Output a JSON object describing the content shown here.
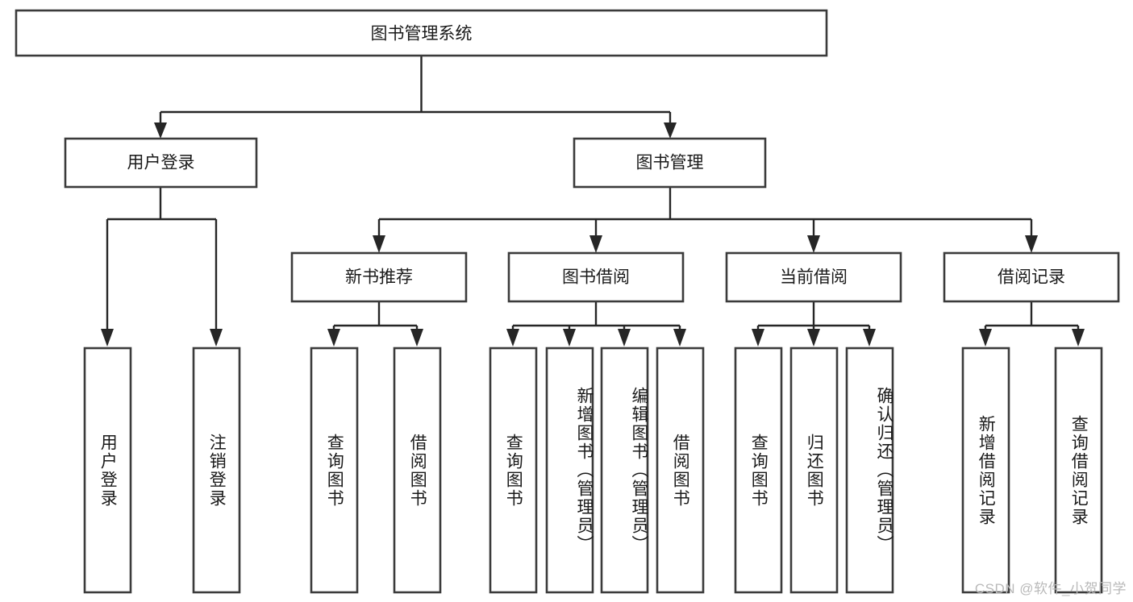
{
  "diagram": {
    "title": "图书管理系统",
    "type": "hierarchy-tree",
    "watermark": "CSDN @软件_小贺同学",
    "root": {
      "id": "root",
      "label": "图书管理系统",
      "orientation": "horizontal"
    },
    "level2": [
      {
        "id": "user-login",
        "label": "用户登录",
        "orientation": "horizontal"
      },
      {
        "id": "book-management",
        "label": "图书管理",
        "orientation": "horizontal"
      }
    ],
    "level3": [
      {
        "id": "new-book-recommend",
        "label": "新书推荐",
        "orientation": "horizontal",
        "parent": "book-management"
      },
      {
        "id": "book-borrow",
        "label": "图书借阅",
        "orientation": "horizontal",
        "parent": "book-management"
      },
      {
        "id": "current-borrow",
        "label": "当前借阅",
        "orientation": "horizontal",
        "parent": "book-management"
      },
      {
        "id": "borrow-record",
        "label": "借阅记录",
        "orientation": "horizontal",
        "parent": "book-management"
      }
    ],
    "leaves": [
      {
        "id": "leaf-user-login",
        "label": "用户登录",
        "orientation": "vertical",
        "parent": "user-login"
      },
      {
        "id": "leaf-user-logout",
        "label": "注销登录",
        "orientation": "vertical",
        "parent": "user-login"
      },
      {
        "id": "leaf-query-book-1",
        "label": "查询图书",
        "orientation": "vertical",
        "parent": "new-book-recommend"
      },
      {
        "id": "leaf-borrow-book-1",
        "label": "借阅图书",
        "orientation": "vertical",
        "parent": "new-book-recommend"
      },
      {
        "id": "leaf-query-book-2",
        "label": "查询图书",
        "orientation": "vertical",
        "parent": "book-borrow"
      },
      {
        "id": "leaf-add-book",
        "label": "新增图书（管理员）",
        "orientation": "vertical",
        "parent": "book-borrow"
      },
      {
        "id": "leaf-edit-book",
        "label": "编辑图书（管理员）",
        "orientation": "vertical",
        "parent": "book-borrow"
      },
      {
        "id": "leaf-borrow-book-2",
        "label": "借阅图书",
        "orientation": "vertical",
        "parent": "book-borrow"
      },
      {
        "id": "leaf-query-book-3",
        "label": "查询图书",
        "orientation": "vertical",
        "parent": "current-borrow"
      },
      {
        "id": "leaf-return-book",
        "label": "归还图书",
        "orientation": "vertical",
        "parent": "current-borrow"
      },
      {
        "id": "leaf-confirm-return",
        "label": "确认归还（管理员）",
        "orientation": "vertical",
        "parent": "current-borrow"
      },
      {
        "id": "leaf-add-record",
        "label": "新增借阅记录",
        "orientation": "vertical",
        "parent": "borrow-record"
      },
      {
        "id": "leaf-query-record",
        "label": "查询借阅记录",
        "orientation": "vertical",
        "parent": "borrow-record"
      }
    ],
    "colors": {
      "box_stroke": "#3b3b3b",
      "box_fill": "#ffffff",
      "connector": "#262626",
      "text": "#1a1a1a",
      "watermark": "#b9b9b9",
      "background": "#ffffff"
    }
  }
}
